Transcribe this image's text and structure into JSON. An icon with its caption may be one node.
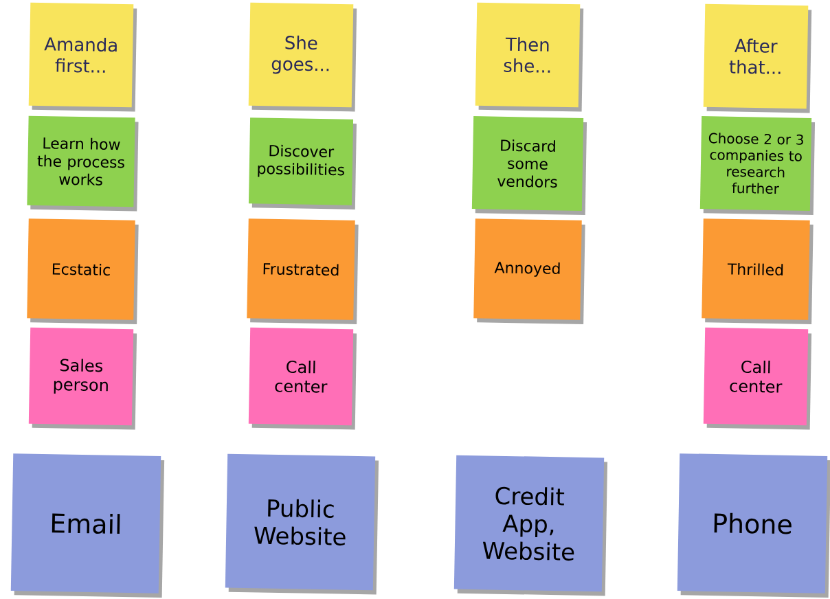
{
  "diagram": {
    "nodes": [
      {
        "text": [
          "Amanda first..."
        ]
      },
      {
        "text": [
          "She goes..."
        ]
      },
      {
        "text": [
          "Then she..."
        ]
      },
      {
        "text": [
          "After that..."
        ]
      },
      {
        "text": [
          "Learn how the process works"
        ]
      },
      {
        "text": [
          "Discover possibilities"
        ]
      },
      {
        "text": [
          "Discard some vendors"
        ]
      },
      {
        "text": [
          "Choose 2 or 3 companies to research further"
        ]
      },
      {
        "text": [
          "Ecstatic"
        ]
      },
      {
        "text": [
          "Frustrated"
        ]
      },
      {
        "text": [
          "Annoyed"
        ]
      },
      {
        "text": [
          "Thrilled"
        ]
      },
      {
        "text": [
          "Sales person"
        ]
      },
      {
        "text": [
          "Call center"
        ]
      },
      {
        "text": [
          "Call center"
        ]
      },
      {
        "text": [
          "Email"
        ]
      },
      {
        "text": [
          "Public Website"
        ]
      },
      {
        "text": [
          "Credit App, Website"
        ]
      },
      {
        "text": [
          "Phone"
        ]
      }
    ]
  }
}
